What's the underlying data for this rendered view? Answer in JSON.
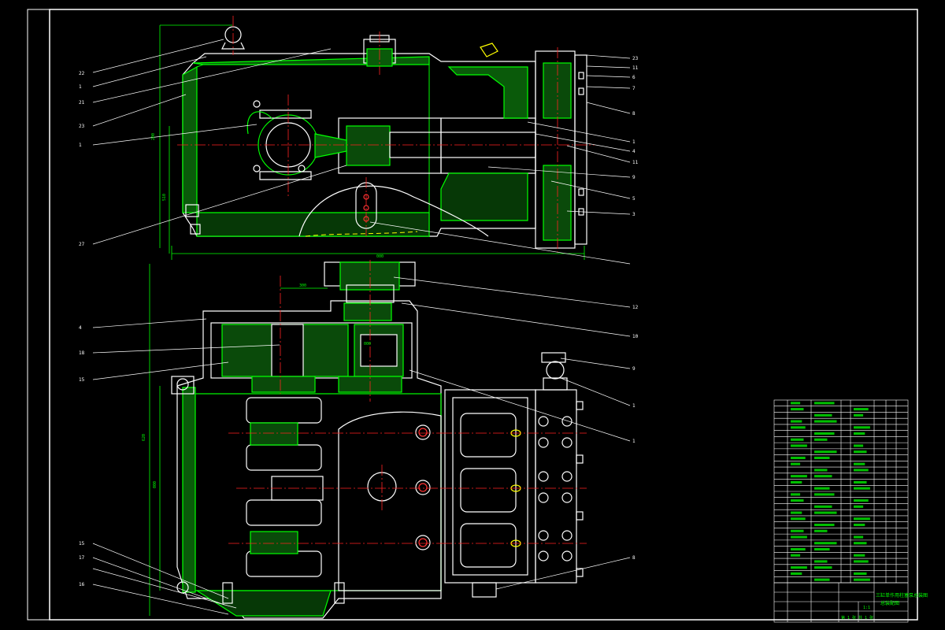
{
  "colors": {
    "background": "#000000",
    "frame": "#ffffff",
    "outline": "#ffffff",
    "hatch": "#00c000",
    "hatch_bright": "#00ff00",
    "centerline": "#ff2a2a",
    "leader": "#ffffff",
    "dimension": "#00ff00",
    "hidden": "#ffff00",
    "title_text": "#00ff00"
  },
  "drawing": {
    "title": "三缸单作用柱塞泵总装图",
    "subtitle": "总装配图",
    "scale": "1:1",
    "sheet": "第 1 张  共 1 张"
  },
  "callouts_front": [
    "22",
    "1",
    "21",
    "23",
    "1",
    "27"
  ],
  "callouts_right_top": [
    "23",
    "11",
    "6",
    "7",
    "8",
    "1",
    "4",
    "11",
    "9",
    "5",
    "3"
  ],
  "callouts_bottom_left": [
    "4",
    "18",
    "15",
    "15",
    "17",
    "16"
  ],
  "callouts_bottom_right": [
    "12",
    "10",
    "9",
    "1",
    "1",
    "8"
  ],
  "dimensions": [
    "300",
    "200",
    "000",
    "510",
    "620",
    "000",
    "000"
  ],
  "bom_rows": 30
}
